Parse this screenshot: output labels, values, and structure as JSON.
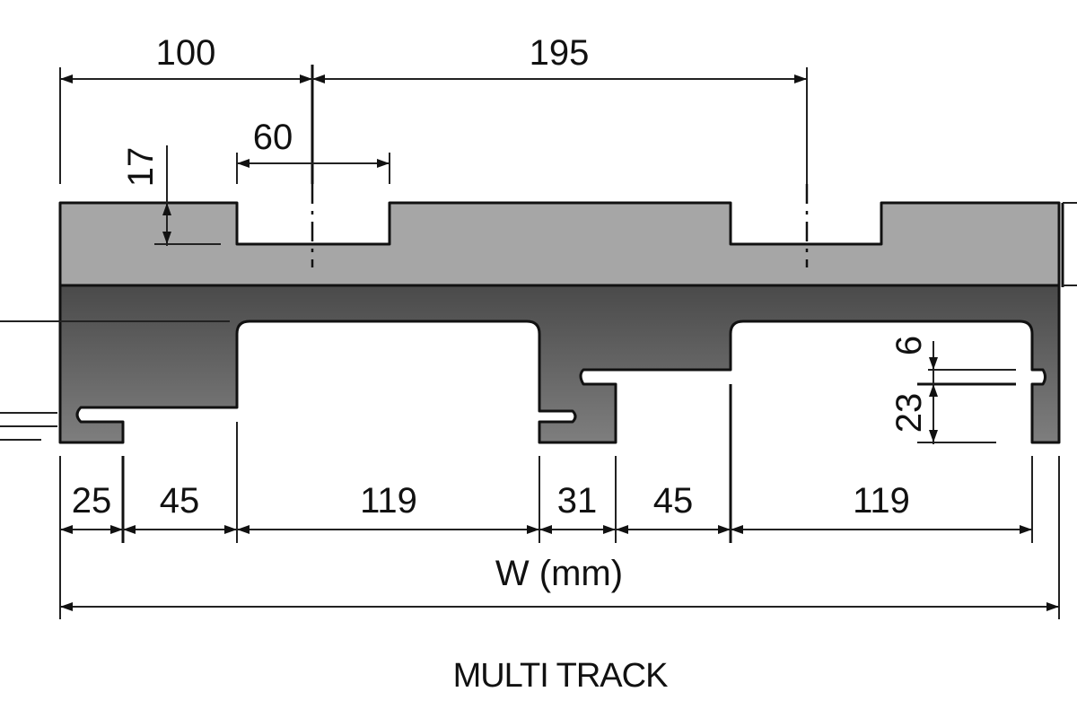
{
  "colors": {
    "top_layer_fill": "#a6a6a6",
    "bottom_layer_fill_top": "#4a4a4a",
    "bottom_layer_fill_bottom": "#7a7a7a",
    "line": "#111111",
    "background": "#ffffff"
  },
  "dimensions": {
    "top_left": "100",
    "top_center": "195",
    "slot_width": "60",
    "slot_depth": "17",
    "bottom": [
      "25",
      "45",
      "119",
      "31",
      "45",
      "119"
    ],
    "lip_height": "6",
    "foot_height": "23",
    "total_width": "W (mm)"
  },
  "caption": "MULTI TRACK"
}
